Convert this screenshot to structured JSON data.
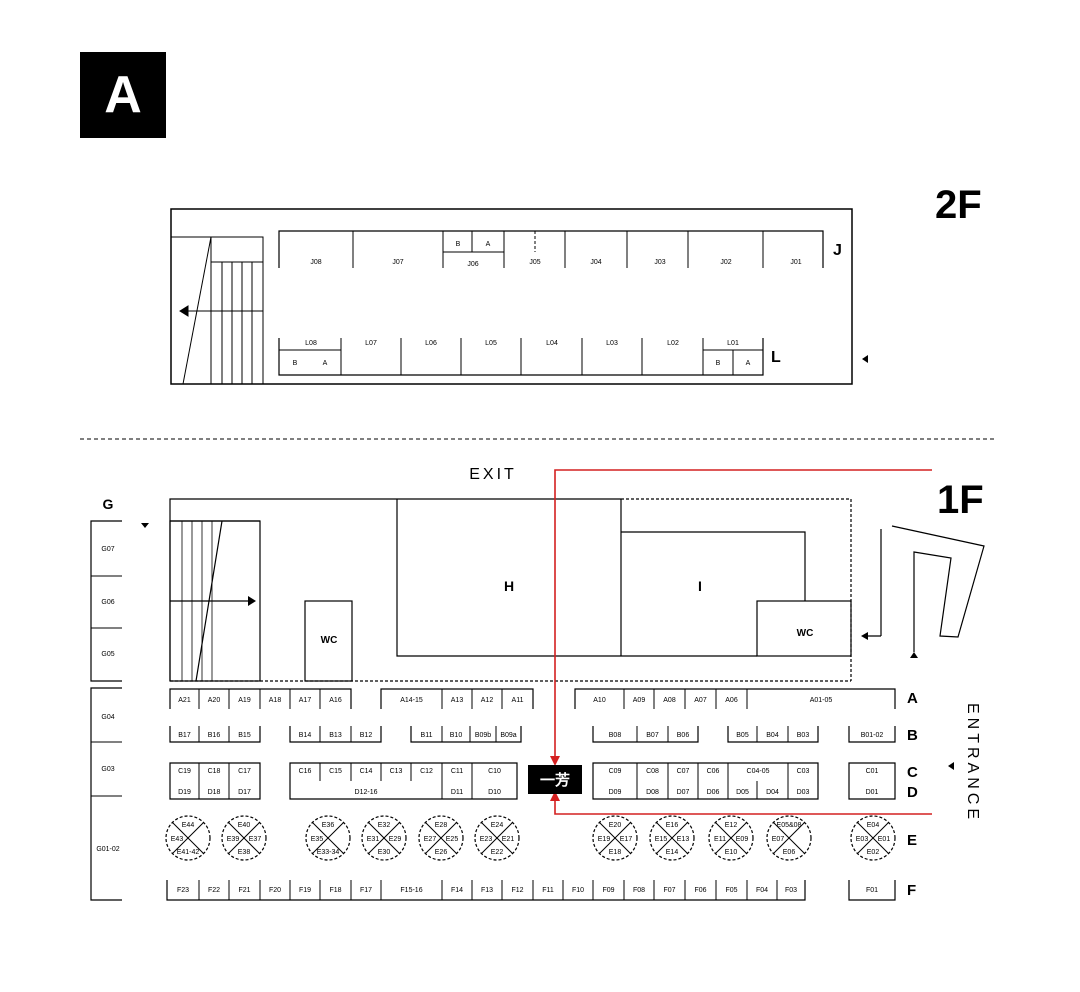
{
  "hall": "A",
  "floor2": {
    "label": "2F",
    "rows": [
      {
        "name": "J",
        "booths": [
          "J08",
          "J07",
          "J06",
          "J05",
          "J04",
          "J03",
          "J02",
          "J01"
        ]
      },
      {
        "name": "L",
        "booths": [
          "L08",
          "L07",
          "L06",
          "L05",
          "L04",
          "L03",
          "L02",
          "L01"
        ]
      }
    ],
    "sub_labels": [
      "B",
      "A"
    ]
  },
  "floor1": {
    "label": "1F",
    "exit_label": "EXIT",
    "entrance_label": "ENTRANCE",
    "marker_label": "一芳",
    "rooms": [
      "H",
      "I",
      "WC",
      "WC"
    ],
    "row_labels": [
      "G",
      "A",
      "B",
      "C",
      "D",
      "E",
      "F"
    ],
    "g_booths": [
      "G07",
      "G06",
      "G05",
      "G04",
      "G03",
      "G01-02"
    ],
    "rows": {
      "A": [
        "A21",
        "A20",
        "A19",
        "A18",
        "A17",
        "A16",
        "A14-15",
        "A13",
        "A12",
        "A11",
        "A10",
        "A09",
        "A08",
        "A07",
        "A06",
        "A01-05"
      ],
      "B": [
        "B17",
        "B16",
        "B15",
        "B14",
        "B13",
        "B12",
        "B11",
        "B10",
        "B09b",
        "B09a",
        "B08",
        "B07",
        "B06",
        "B05",
        "B04",
        "B03",
        "B01-02"
      ],
      "C": [
        "C19",
        "C18",
        "C17",
        "C16",
        "C15",
        "C14",
        "C13",
        "C12",
        "C11",
        "C10",
        "C09",
        "C08",
        "C07",
        "C06",
        "C04-05",
        "C03",
        "C01"
      ],
      "D": [
        "D19",
        "D18",
        "D17",
        "D12-16",
        "D11",
        "D10",
        "D09",
        "D08",
        "D07",
        "D06",
        "D05",
        "D04",
        "D03",
        "D01"
      ],
      "F": [
        "F23",
        "F22",
        "F21",
        "F20",
        "F19",
        "F18",
        "F17",
        "F15-16",
        "F14",
        "F13",
        "F12",
        "F11",
        "F10",
        "F09",
        "F08",
        "F07",
        "F06",
        "F05",
        "F04",
        "F03",
        "F01"
      ]
    },
    "e_clusters": [
      [
        "E44",
        "E43",
        "E41-42",
        "E40",
        "E39",
        "E37",
        "E38"
      ],
      [
        "E36",
        "E35",
        "E33-34",
        "E32",
        "E31",
        "E29",
        "E30"
      ],
      [
        "E28",
        "E27",
        "E26",
        "E25",
        "E24",
        "E23",
        "E21",
        "E22"
      ],
      [
        "E20",
        "E19",
        "E17",
        "E18",
        "E16",
        "E15",
        "E13",
        "E14"
      ],
      [
        "E12",
        "E11",
        "E09",
        "E10",
        "E05&08",
        "E07",
        "E06"
      ],
      [
        "E04",
        "E03",
        "E01",
        "E02"
      ]
    ]
  },
  "colors": {
    "route": "#d42020",
    "ink": "#000000"
  }
}
